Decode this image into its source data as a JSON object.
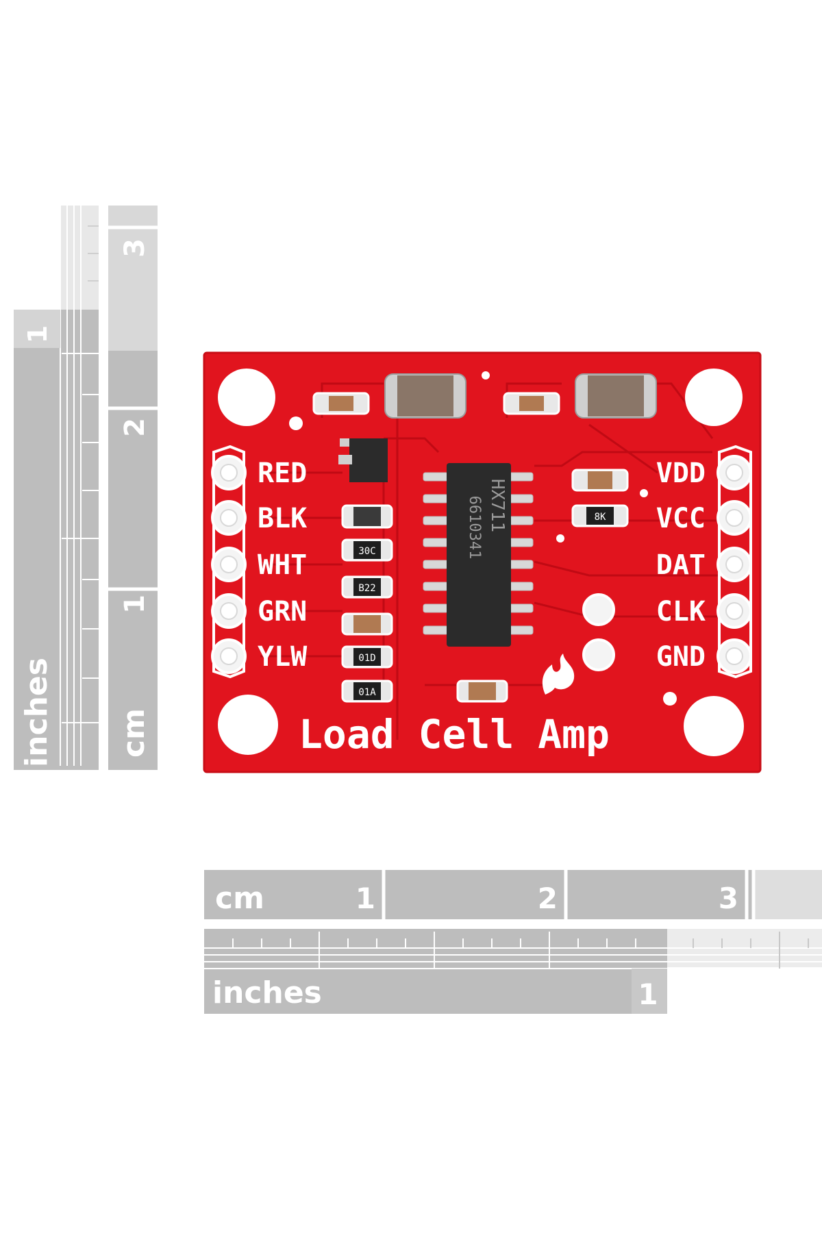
{
  "board": {
    "title": "Load Cell Amp",
    "left_pins": [
      "RED",
      "BLK",
      "WHT",
      "GRN",
      "YLW"
    ],
    "right_pins": [
      "VDD",
      "VCC",
      "DAT",
      "CLK",
      "GND"
    ],
    "chip_name": "HX711",
    "chip_code": "6610341",
    "resistor_codes": [
      "30C",
      "B22",
      "01D",
      "01A",
      "8K"
    ],
    "colors": {
      "pcb": "#e1141e",
      "silkscreen": "#ffffff",
      "chip": "#2b2b2b"
    }
  },
  "vertical_ruler": {
    "inches_label": "inches",
    "inches_mark": "1",
    "cm_label": "cm",
    "cm_marks": [
      "1",
      "2",
      "3"
    ]
  },
  "horizontal_ruler": {
    "cm_label": "cm",
    "cm_marks": [
      "1",
      "2",
      "3"
    ],
    "inches_label": "inches",
    "inches_mark": "1"
  },
  "ruler_color": "#bdbdbd"
}
